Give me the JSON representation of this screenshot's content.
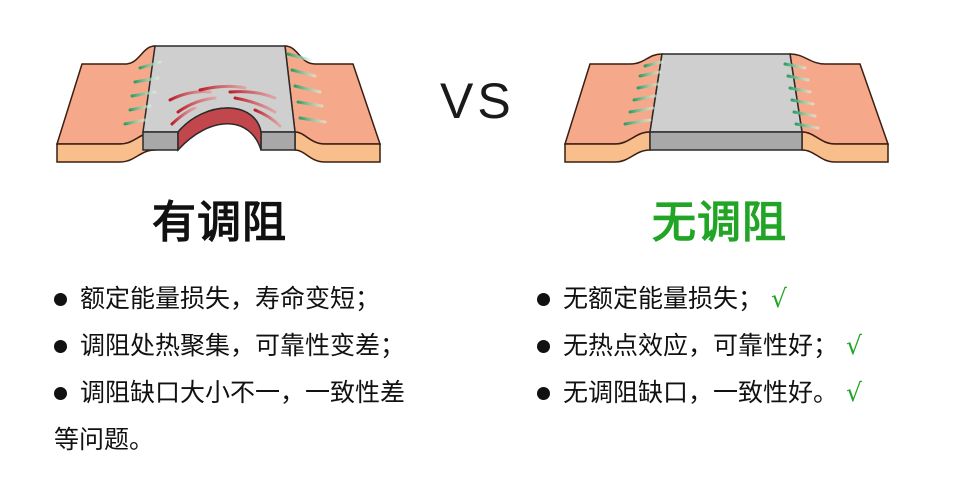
{
  "comparison": {
    "vs_label": "VS",
    "left": {
      "title": "有调阻",
      "title_color": "#111111",
      "diagram": "resistor-with-trim-notch",
      "items": [
        {
          "text": "额定能量损失，寿命变短；"
        },
        {
          "text": "调阻处热聚集，可靠性变差；"
        },
        {
          "text": "调阻缺口大小不一，一致性差等问题。"
        }
      ]
    },
    "right": {
      "title": "无调阻",
      "title_color": "#22a526",
      "diagram": "resistor-without-trim",
      "check_mark": "√",
      "items": [
        {
          "text": "无额定能量损失；"
        },
        {
          "text": "无热点效应，可靠性好；"
        },
        {
          "text": "无调阻缺口，一致性好。"
        }
      ]
    }
  },
  "colors": {
    "copper": "#f5a98a",
    "copper_side": "#f8bf8c",
    "resistor_top": "#c8c8c8",
    "resistor_side": "#a8a8a8",
    "current_green": "#2f9e63",
    "heat_red": "#c0282e"
  }
}
